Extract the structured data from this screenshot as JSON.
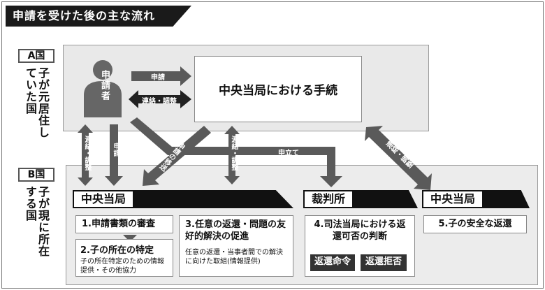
{
  "title": "申請を受けた後の主な流れ",
  "countries": {
    "a": {
      "tab": "A国",
      "desc": "子が元居住していた国"
    },
    "b": {
      "tab": "B国",
      "desc": "子が現に所在する国"
    }
  },
  "applicant": {
    "label": "申請者"
  },
  "central_procedure": "中央当局における手続",
  "arrows": {
    "apply": "申請",
    "liaise": "連絡・調整",
    "left_liaise": "連絡・調整",
    "left_apply": "申請",
    "diag_transfer": "申請の移送",
    "mid_liaise": "連絡・調整",
    "court_filing": "申立て",
    "right_liaise": "連絡・調整"
  },
  "sections": {
    "central_b": "中央当局",
    "court": "裁判所",
    "central_b2": "中央当局"
  },
  "steps": {
    "s1": "1.申請書類の審査",
    "s2_title": "2.子の所在の特定",
    "s2_sub": "子の所在特定のための情報提供・その他協力",
    "s3_title": "3.任意の返還・問題の友好的解決の促進",
    "s3_sub": "任意の返還・当事者間での解決に向けた取組(情報提供)",
    "s4_title": "4.司法当局における返還可否の判断",
    "s4_opt1": "返還命令",
    "s4_opt2": "返還拒否",
    "s5": "5.子の安全な返還"
  }
}
